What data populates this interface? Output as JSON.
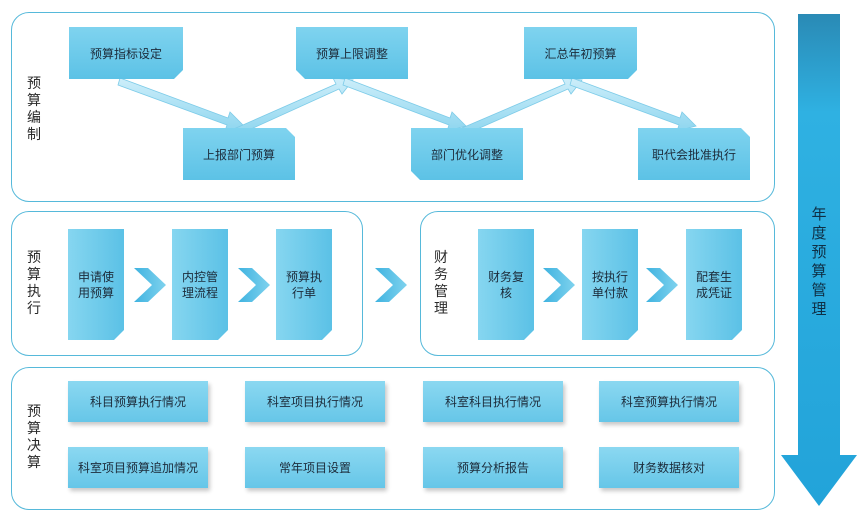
{
  "sections": {
    "compile": {
      "title": "预算编制",
      "top_steps": [
        "预算指标设定",
        "预算上限调整",
        "汇总年初预算"
      ],
      "bottom_steps": [
        "上报部门预算",
        "部门优化调整",
        "职代会批准执行"
      ]
    },
    "execute": {
      "title": "预算执行",
      "steps": [
        "申请使用预算",
        "内控管理流程",
        "预算执行单"
      ]
    },
    "finance": {
      "title": "财务管理",
      "steps": [
        "财务复核",
        "按执行单付款",
        "配套生成凭证"
      ]
    },
    "final": {
      "title": "预算决算",
      "row1": [
        "科目预算执行情况",
        "科室项目执行情况",
        "科室科目执行情况",
        "科室预算执行情况"
      ],
      "row2": [
        "科室项目预算追加情况",
        "常年项目设置",
        "预算分析报告",
        "财务数据核对"
      ]
    }
  },
  "side_arrow": {
    "label": "年度预算管理"
  },
  "colors": {
    "border": "#56b9da",
    "box": "#6ccbec",
    "arrow_dark": "#1a8fc4",
    "arrow_light": "#a8e0f3"
  }
}
